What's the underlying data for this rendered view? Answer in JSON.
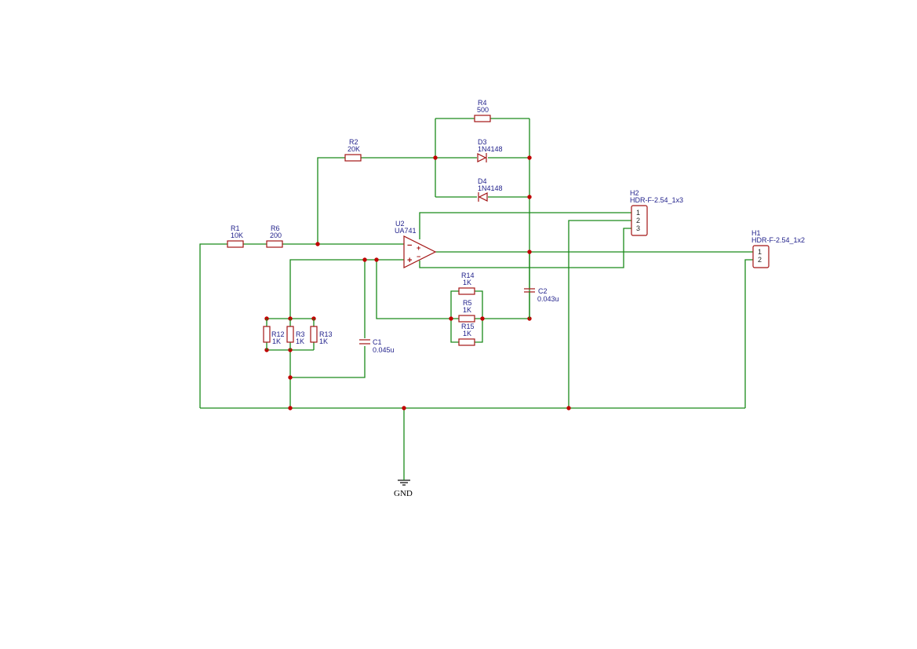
{
  "components": {
    "R1": {
      "ref": "R1",
      "value": "10K"
    },
    "R6": {
      "ref": "R6",
      "value": "200"
    },
    "R2": {
      "ref": "R2",
      "value": "20K"
    },
    "R4": {
      "ref": "R4",
      "value": "500"
    },
    "D3": {
      "ref": "D3",
      "value": "1N4148"
    },
    "D4": {
      "ref": "D4",
      "value": "1N4148"
    },
    "U2": {
      "ref": "U2",
      "value": "UA741"
    },
    "H2": {
      "ref": "H2",
      "value": "HDR-F-2.54_1x3",
      "pins": [
        "1",
        "2",
        "3"
      ]
    },
    "H1": {
      "ref": "H1",
      "value": "HDR-F-2.54_1x2",
      "pins": [
        "1",
        "2"
      ]
    },
    "R14": {
      "ref": "R14",
      "value": "1K"
    },
    "R5": {
      "ref": "R5",
      "value": "1K"
    },
    "R15": {
      "ref": "R15",
      "value": "1K"
    },
    "C2": {
      "ref": "C2",
      "value": "0.043u"
    },
    "C1": {
      "ref": "C1",
      "value": "0.045u"
    },
    "R12": {
      "ref": "R12",
      "value": "1K"
    },
    "R3": {
      "ref": "R3",
      "value": "1K"
    },
    "R13": {
      "ref": "R13",
      "value": "1K"
    }
  },
  "ground": {
    "label": "GND"
  },
  "opamp": {
    "minus": "−",
    "plus": "+"
  },
  "colors": {
    "wire": "#1a8a1a",
    "part": "#a31515",
    "junction": "#c00000",
    "label": "#1f1f8a"
  }
}
